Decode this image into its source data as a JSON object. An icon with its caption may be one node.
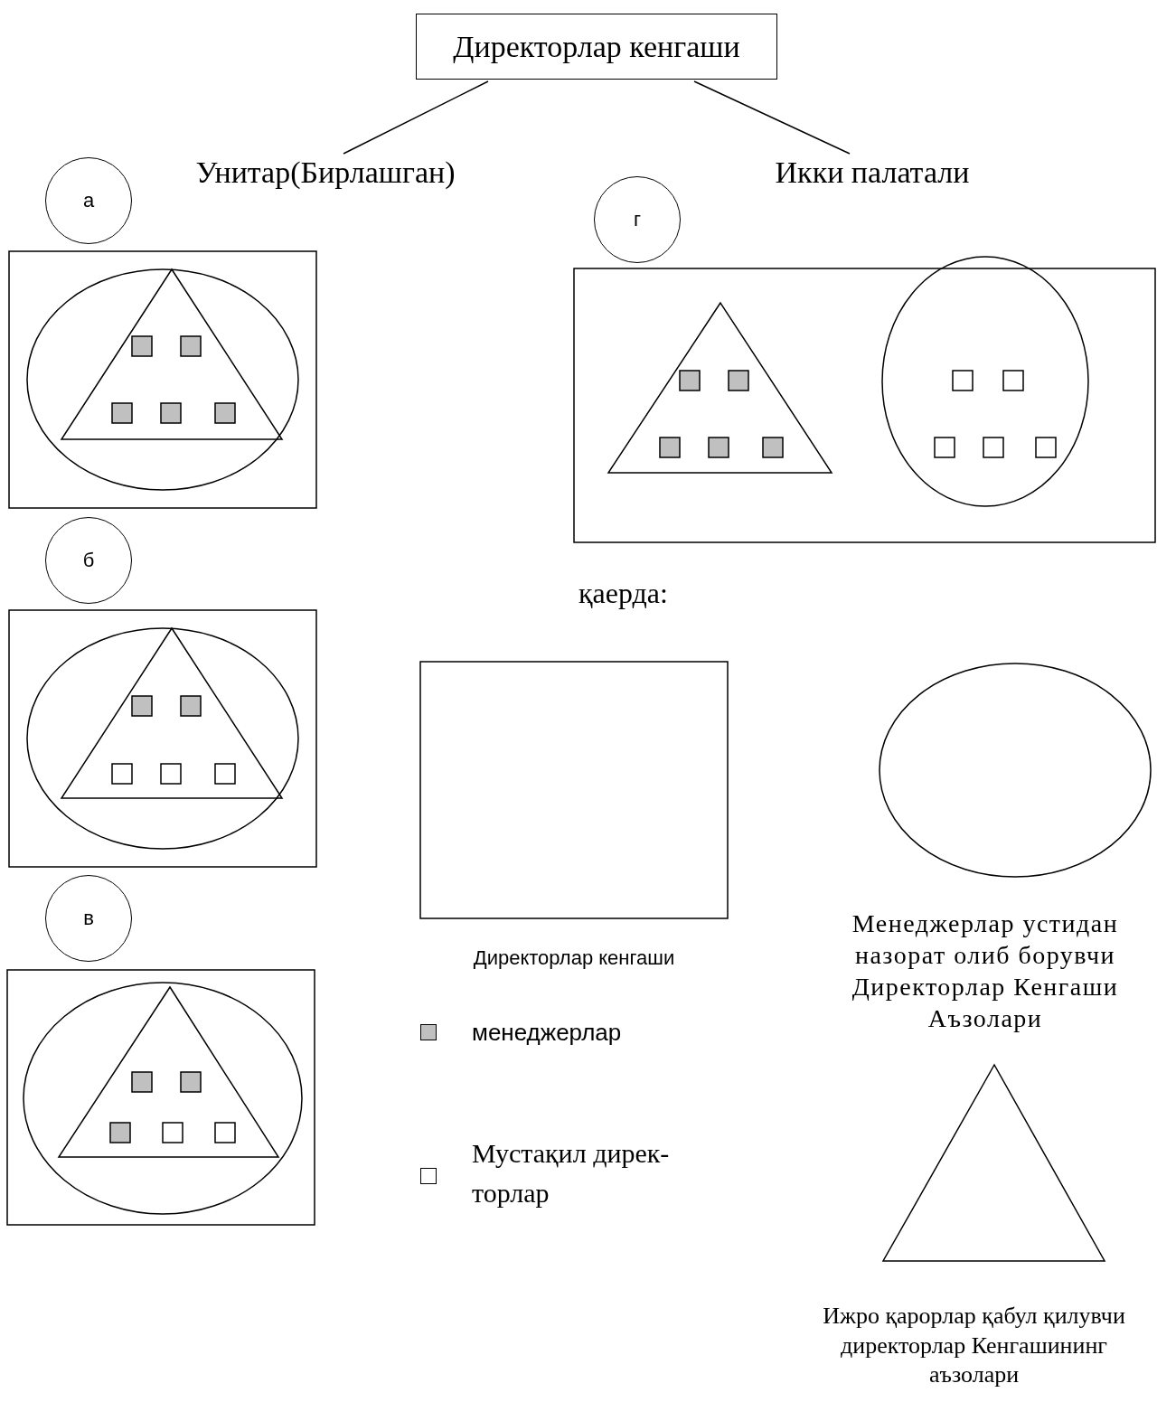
{
  "diagram": {
    "nodes": [
      {
        "text": [
          "Директорлар кенгаши"
        ]
      },
      {
        "text": [
          "Унитар(Бирлашган)"
        ]
      },
      {
        "text": [
          "Икки палатали"
        ]
      },
      {
        "text": [
          "а"
        ]
      },
      {
        "text": [
          "б"
        ]
      },
      {
        "text": [
          "в"
        ]
      },
      {
        "text": [
          "г"
        ]
      },
      {
        "text": [
          "Директорлар кенгаши"
        ]
      },
      {
        "text": [
          "Менеджерлар устидан назорат олиб борувчи Директорлар Кенгаши Аъзолари"
        ]
      },
      {
        "text": [
          "Ижро қарорлар қабул қилувчи директорлар Кенгашининг аъзолари"
        ]
      }
    ],
    "edges": [
      {
        "from": 0,
        "to": 1,
        "arrow": "none"
      },
      {
        "from": 0,
        "to": 2,
        "arrow": "none"
      }
    ],
    "labels": [
      "қаерда:"
    ],
    "legend": [
      {
        "text": "менеджерлар",
        "color": "#c0c0c0"
      },
      {
        "text": "Мустақил дирек-торлар",
        "color": "#ffffff"
      }
    ]
  }
}
